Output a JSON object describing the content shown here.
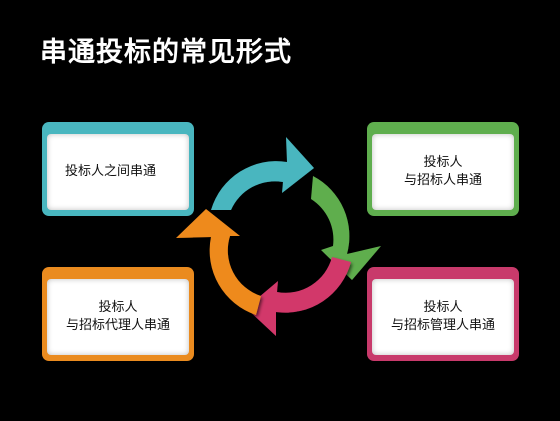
{
  "title": "串通投标的常见形式",
  "boxes": [
    {
      "id": "tl",
      "lines": [
        "投标人之间串通"
      ],
      "color": "#49b6bf"
    },
    {
      "id": "tr",
      "lines": [
        "投标人",
        "与招标人串通"
      ],
      "color": "#5fae4e"
    },
    {
      "id": "bl",
      "lines": [
        "投标人",
        "与招标代理人串通"
      ],
      "color": "#ea8b1f"
    },
    {
      "id": "br",
      "lines": [
        "投标人",
        "与招标管理人串通"
      ],
      "color": "#c83a6b"
    }
  ],
  "cycle": {
    "colors": {
      "teal": "#49b6bf",
      "green": "#5fae4e",
      "pink": "#d2386b",
      "orange": "#ee8a1e"
    }
  }
}
